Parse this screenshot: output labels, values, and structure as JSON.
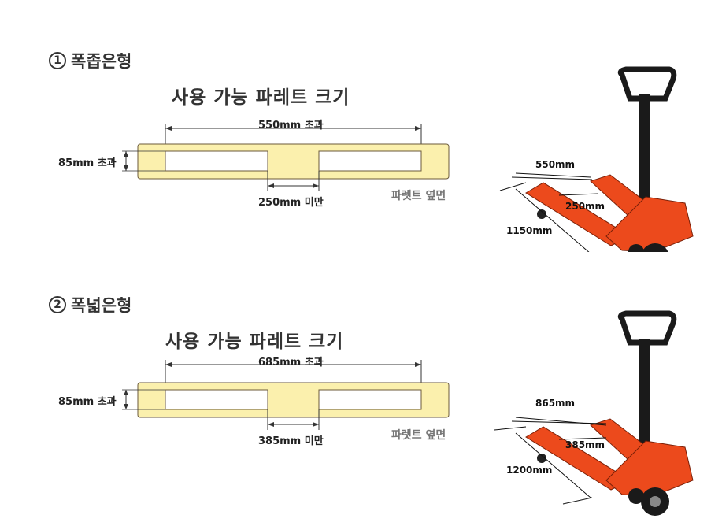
{
  "sections": [
    {
      "title": "폭좁은형",
      "number": "1",
      "subtitle": "사용 가능 파레트 크기",
      "top_dim": "550mm 초과",
      "height_dim": "85mm 초과",
      "gap_dim": "250mm 미만",
      "side_label": "파렛트 옆면",
      "jack_width": "550mm",
      "jack_gap": "250mm",
      "jack_length": "1150mm"
    },
    {
      "title": "폭넓은형",
      "number": "2",
      "subtitle": "사용 가능 파레트 크기",
      "top_dim": "685mm 초과",
      "height_dim": "85mm 초과",
      "gap_dim": "385mm 미만",
      "side_label": "파렛트 옆면",
      "jack_width": "865mm",
      "jack_gap": "385mm",
      "jack_length": "1200mm"
    }
  ],
  "colors": {
    "pallet_fill": "#fbf0ad",
    "pallet_stroke": "#6b5a3a",
    "jack_body": "#ec4a1c",
    "jack_dark": "#1a1a1a"
  }
}
